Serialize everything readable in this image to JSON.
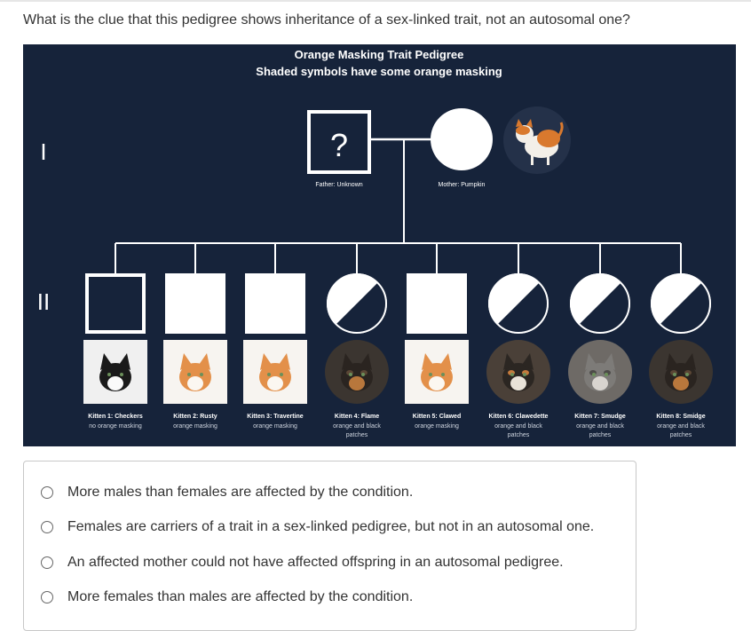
{
  "question": "What is the clue that this pedigree shows inheritance of a sex-linked trait, not an autosomal one?",
  "figure": {
    "title": "Orange Masking Trait Pedigree",
    "subtitle": "Shaded symbols have some orange masking",
    "gen1_label": "I",
    "gen2_label": "II",
    "father_symbol": "?",
    "father_label": "Father: Unknown",
    "mother_label": "Mother: Pumpkin",
    "kittens": [
      {
        "name": "Kitten 1: Checkers",
        "desc": [
          "no orange masking"
        ],
        "sex": "male",
        "shaded": false,
        "photo": "black-white-kitten"
      },
      {
        "name": "Kitten 2: Rusty",
        "desc": [
          "orange masking"
        ],
        "sex": "male",
        "shaded": true,
        "photo": "orange-white-kitten"
      },
      {
        "name": "Kitten 3: Travertine",
        "desc": [
          "orange masking"
        ],
        "sex": "male",
        "shaded": true,
        "photo": "orange-white-kitten"
      },
      {
        "name": "Kitten 4: Flame",
        "desc": [
          "orange and black",
          "patches"
        ],
        "sex": "female",
        "shaded": "half",
        "photo": "tortoiseshell-kitten"
      },
      {
        "name": "Kitten 5: Clawed",
        "desc": [
          "orange masking"
        ],
        "sex": "male",
        "shaded": true,
        "photo": "orange-white-kitten"
      },
      {
        "name": "Kitten 6: Clawedette",
        "desc": [
          "orange and black",
          "patches"
        ],
        "sex": "female",
        "shaded": "half",
        "photo": "calico-kitten"
      },
      {
        "name": "Kitten 7: Smudge",
        "desc": [
          "orange and black",
          "patches"
        ],
        "sex": "female",
        "shaded": "half",
        "photo": "gray-tabby-kitten"
      },
      {
        "name": "Kitten 8: Smidge",
        "desc": [
          "orange and black",
          "patches"
        ],
        "sex": "female",
        "shaded": "half",
        "photo": "tortoiseshell-kitten"
      }
    ],
    "colors": {
      "background": "#16233a",
      "symbol": "#ffffff",
      "line": "#ffffff"
    }
  },
  "options": [
    "More males than females are affected by the condition.",
    "Females are carriers of a trait in a sex-linked pedigree, but not in an autosomal one.",
    "An affected mother could not have affected offspring in an autosomal pedigree.",
    "More females than males are affected by the condition."
  ]
}
